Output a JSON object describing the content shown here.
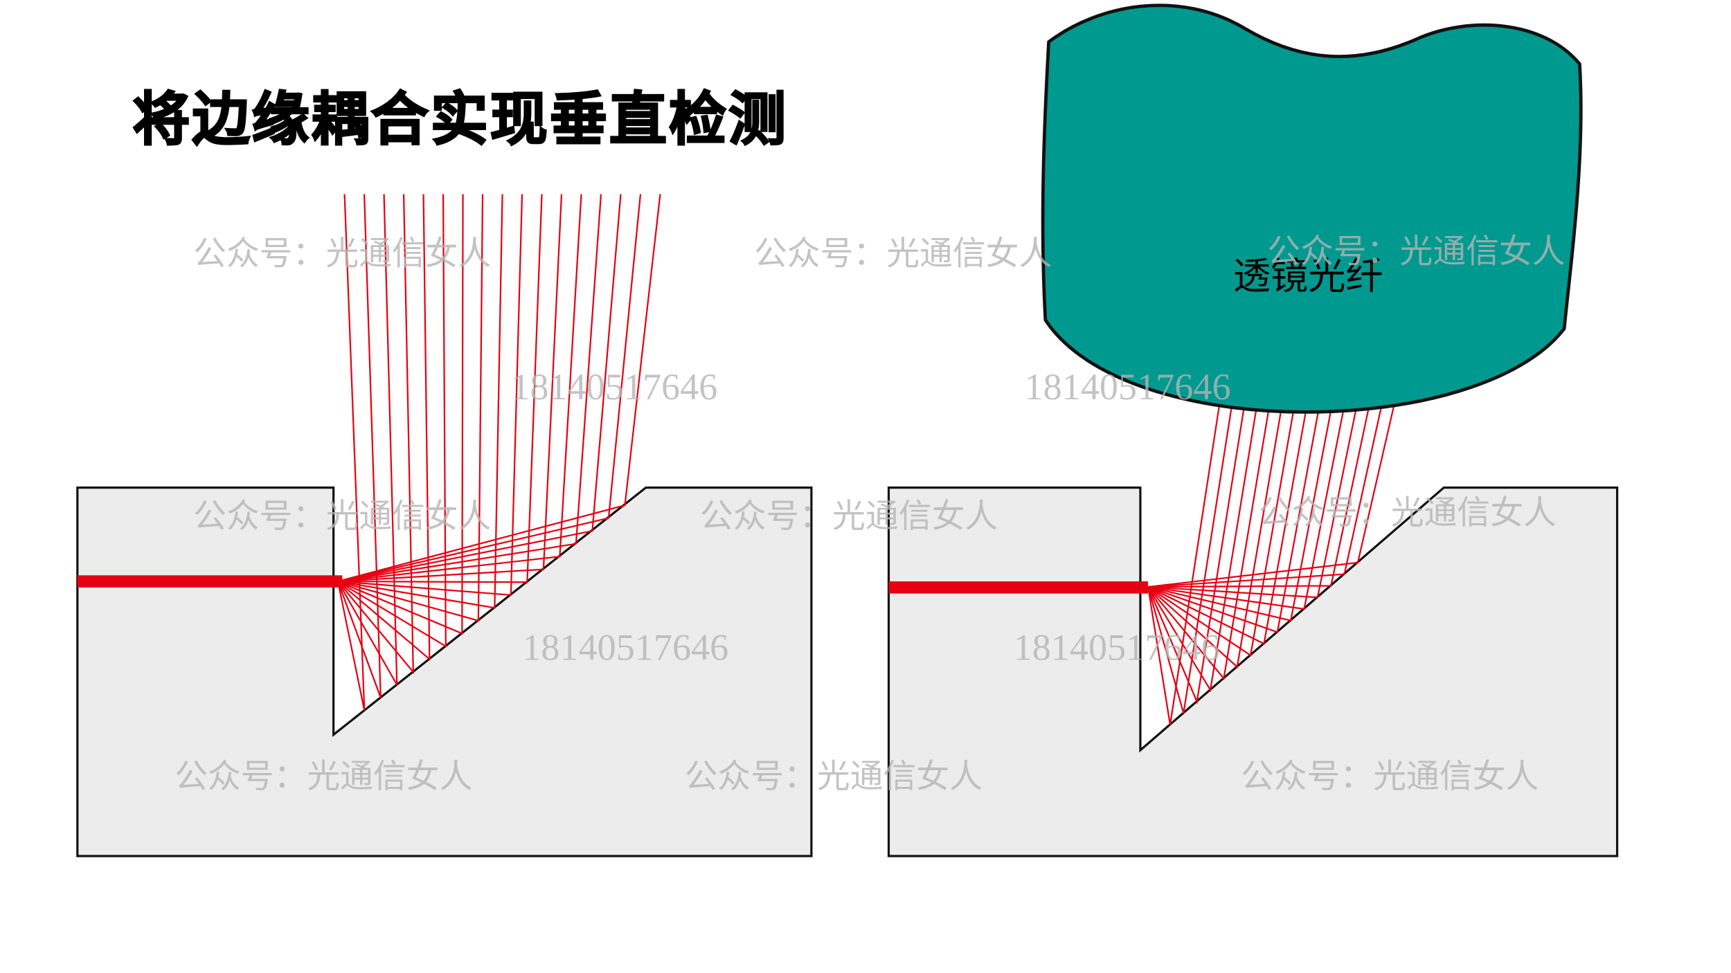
{
  "title": "将边缘耦合实现垂直检测",
  "right_figure": {
    "fiber_label": "透镜光纤"
  },
  "watermarks": {
    "account_text": "公众号：光通信女人",
    "number_text": "18140517646"
  },
  "colors": {
    "background": "#ffffff",
    "substrate_fill": "#ececec",
    "outline_black": "#111111",
    "ray_red": "#e60012",
    "fiber_teal": "#00998f",
    "watermark_gray": "#b5b5b5"
  }
}
